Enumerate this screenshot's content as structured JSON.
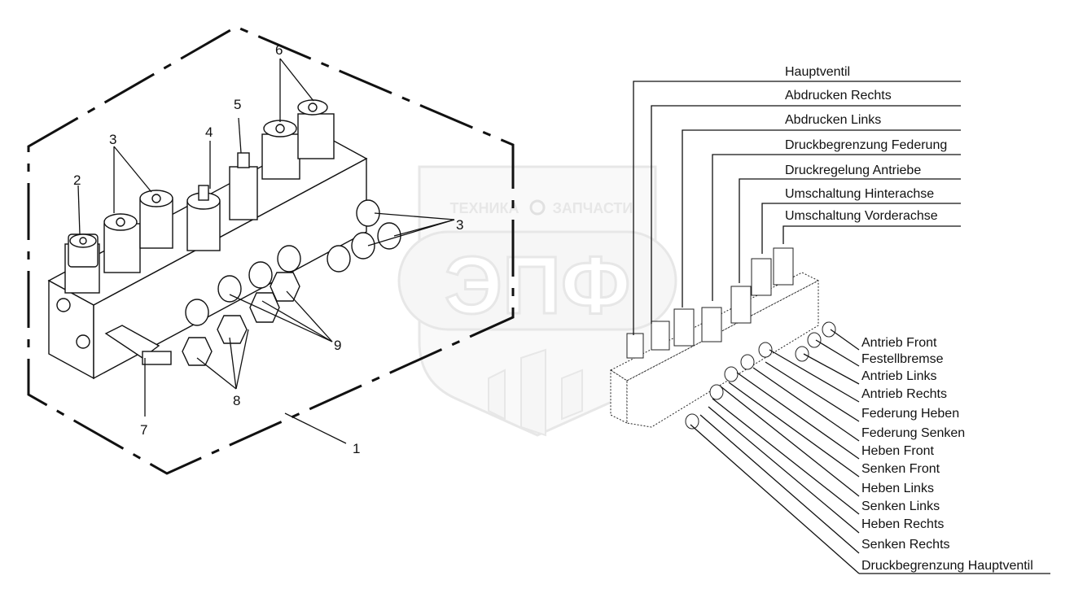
{
  "watermark": {
    "top_left": "ТЕХНИКА",
    "top_right": "ЗАПЧАСТИ",
    "main": "ЭПФ"
  },
  "callouts": [
    "1",
    "2",
    "3",
    "3",
    "4",
    "5",
    "6",
    "7",
    "8",
    "9"
  ],
  "function_labels": [
    "Hauptventil",
    "Abdrucken Rechts",
    "Abdrucken Links",
    "Druckbegrenzung Federung",
    "Druckregelung Antriebe",
    "Umschaltung Hinterachse",
    "Umschaltung Vorderachse",
    "Antrieb Front",
    "Festellbremse",
    "Antrieb Links",
    "Antrieb Rechts",
    "Federung Heben",
    "Federung Senken",
    "Heben Front",
    "Senken Front",
    "Heben Links",
    "Senken Links",
    "Heben Rechts",
    "Senken Rechts",
    "Druckbegrenzung Hauptventil"
  ]
}
